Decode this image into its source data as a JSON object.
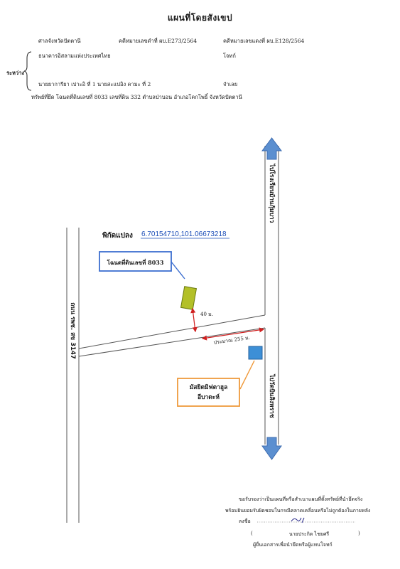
{
  "header": {
    "title": "แผนที่โดยสังเขป",
    "court": "ศาลจังหวัดปัตตานี",
    "black_case": "คดีหมายเลขดำที่ ผบ.E273/2564",
    "red_case": "คดีหมายเลขแดงที่ ผบ.E128/2564",
    "between_label": "ระหว่าง",
    "plaintiff_name": "ธนาคารอิสลามแห่งประเทศไทย",
    "plaintiff_role": "โจทก์",
    "defendant_name": "นายยาการียา เปาะอิ ที่ 1 นายสะแปอิง คามะ ที่ 2",
    "defendant_role": "จำเลย",
    "property": "ทรัพย์ที่ยึด โฉนดที่ดินเลขที่ 8033 เลขที่ดิน 332 ตำบลป่าบอน อำเภอโคกโพธิ์ จังหวัดปัตตานี"
  },
  "map": {
    "coords_label": "พิกัดแปลง",
    "coords_value": "6.70154710,101.06673218",
    "deed_box": "โฉนดที่ดินเลขที่ 8033",
    "distance_perp": "40 ม.",
    "distance_road": "ประมาณ 255 ม.",
    "mosque_box_line1": "มัสยิดมิฟตาฮูล",
    "mosque_box_line2": "อีบาดะห์",
    "road_left": "ถนน รพช. สข 3147",
    "road_right_top": "ไปโรงเรียนบ้านกุ้มบาว",
    "road_right_bottom": "ไปวัดบินสิงหราช",
    "colors": {
      "parcel": "#b3c028",
      "mosque": "#3d8fd6",
      "arrow": "#5b8fd0",
      "deed_border": "#3d6fcf",
      "mosque_border": "#ef9a3c",
      "distance": "#d02020",
      "link": "#1d4fb8"
    }
  },
  "certification": {
    "line1": "ขอรับรองว่าเป็นแผนที่หรือสำเนาแผนที่ตั้งทรัพย์ที่นำยึดจริง",
    "line2": "พร้อมยินยอมรับผิดชอบในกรณีคลาดเคลื่อนหรือไม่ถูกต้องในภายหลัง",
    "sign_label": "ลงชื่อ",
    "signature_text": "ประกิต",
    "name_paren": "นายประกิต ไชยศรี",
    "role": "ผู้ยื่นเอกสารเพื่อนำยึดหรือผู้แทนโจทก์"
  }
}
